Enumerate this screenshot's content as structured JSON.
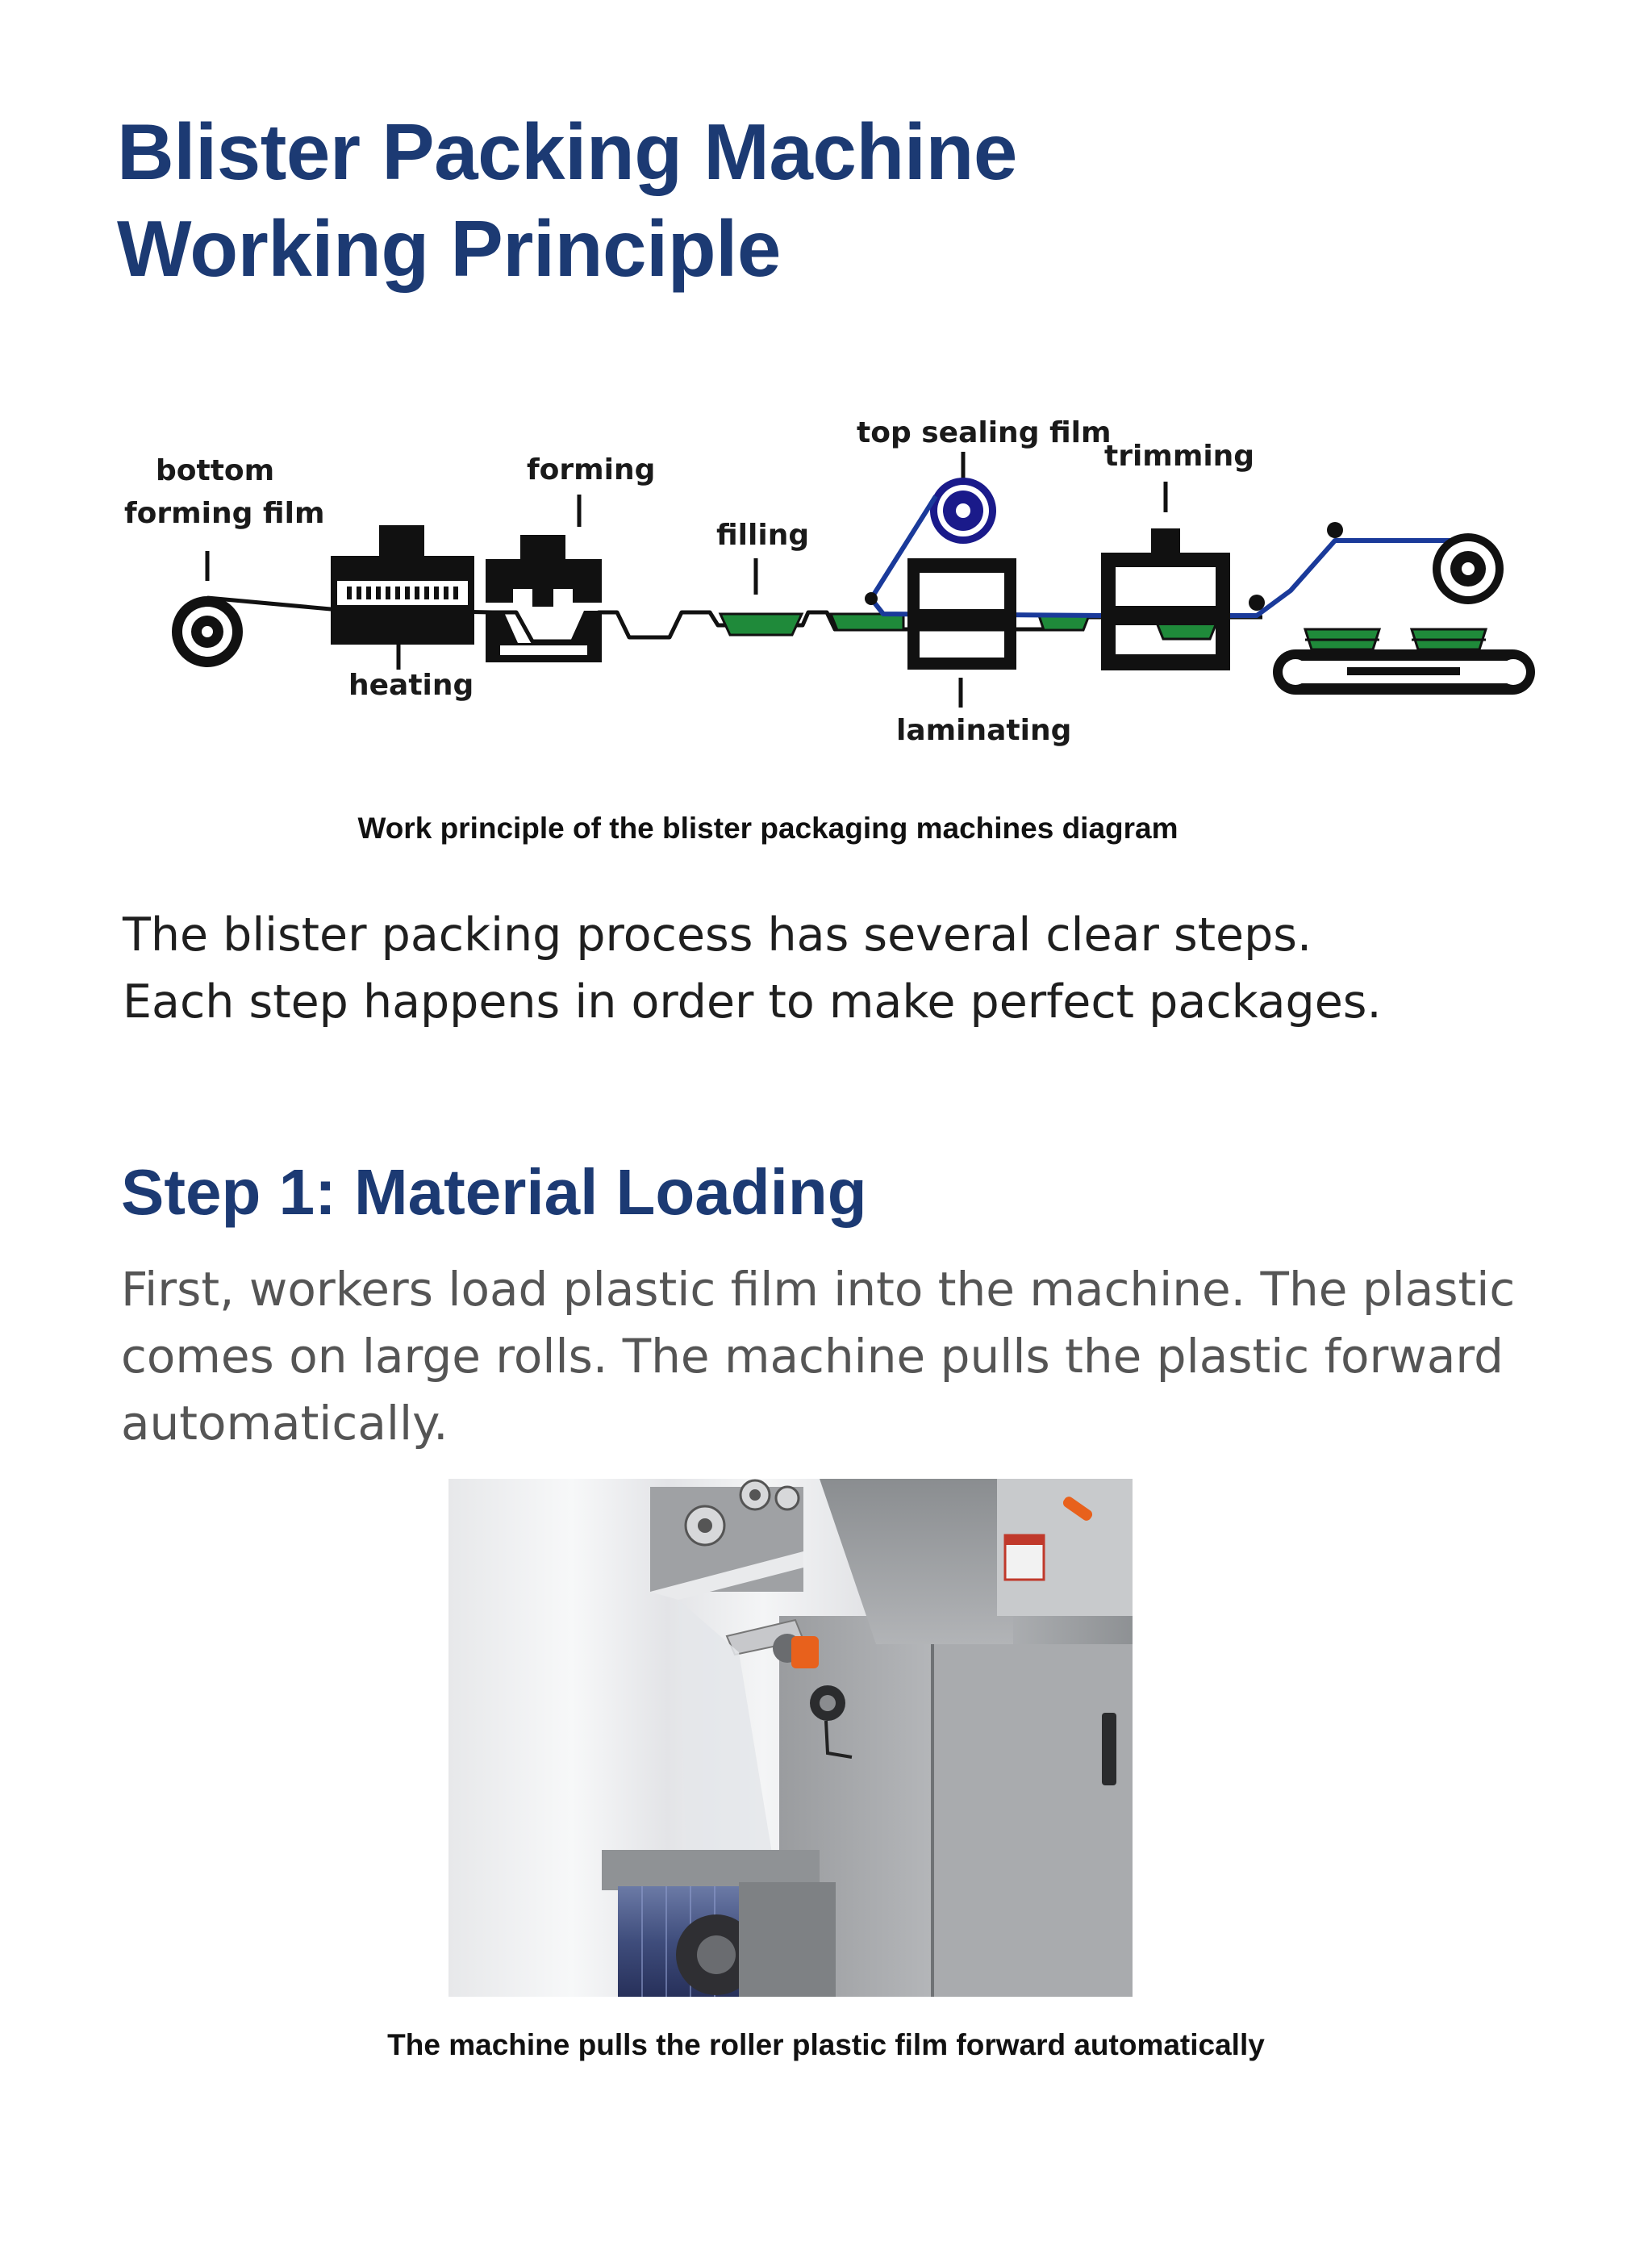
{
  "title": {
    "line1": "Blister Packing Machine",
    "line2": "Working Principle"
  },
  "diagram": {
    "labels": {
      "bottom_film_1": "bottom",
      "bottom_film_2": "forming film",
      "heating": "heating",
      "forming": "forming",
      "filling": "filling",
      "top_sealing_film": "top sealing film",
      "laminating": "laminating",
      "trimming": "trimming"
    },
    "colors": {
      "ink": "#111111",
      "top_film": "#1a3a9a",
      "roll_blue": "#1a1a8a",
      "product_green": "#1f8a3a"
    },
    "caption": "Work principle of the blister packaging machines diagram"
  },
  "intro": {
    "line1": "The blister packing process has several clear steps.",
    "line2": "Each step happens in order to make perfect packages."
  },
  "step1": {
    "title": "Step 1: Material Loading",
    "body": "First, workers load plastic film into the machine. The plastic comes on large rolls. The machine pulls the plastic forward automatically."
  },
  "photo": {
    "caption": "The machine pulls the roller plastic film forward automatically",
    "colors": {
      "curtain": "#f1f2f4",
      "steel": "#a7a9ab",
      "steel_dark": "#7d8083",
      "warning_orange": "#e8611c",
      "film_roll": "#4a5a8a"
    }
  }
}
